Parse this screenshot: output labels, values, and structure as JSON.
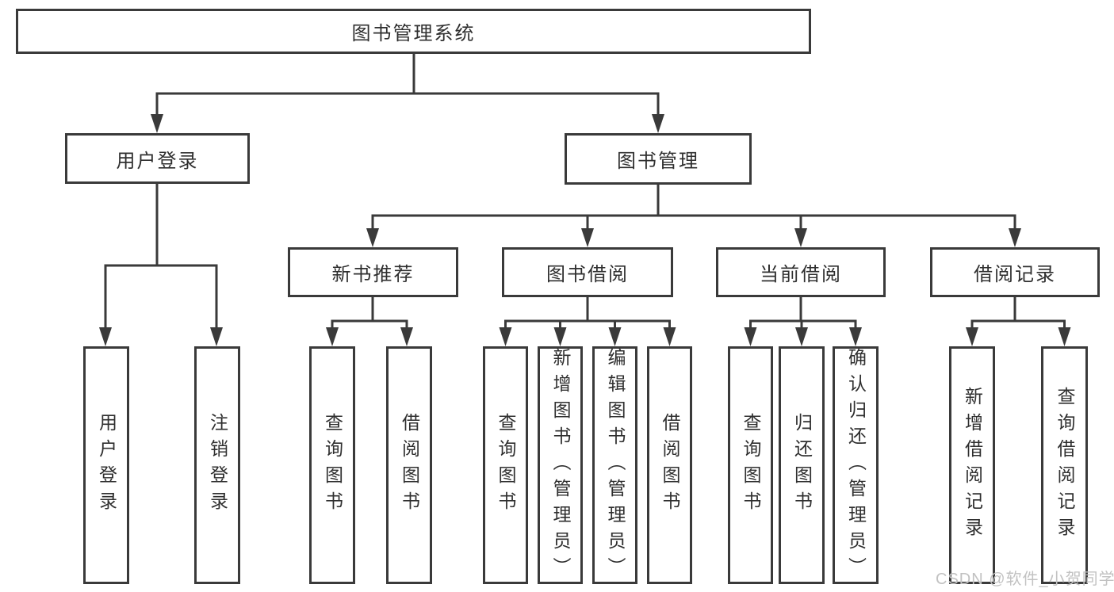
{
  "diagram_type": "hierarchy-tree",
  "tree": {
    "label": "图书管理系统",
    "children": [
      {
        "label": "用户登录",
        "children": [
          {
            "label": "用户登录"
          },
          {
            "label": "注销登录"
          }
        ]
      },
      {
        "label": "图书管理",
        "children": [
          {
            "label": "新书推荐",
            "children": [
              {
                "label": "查询图书"
              },
              {
                "label": "借阅图书"
              }
            ]
          },
          {
            "label": "图书借阅",
            "children": [
              {
                "label": "查询图书"
              },
              {
                "label": "新增图书（管理员）"
              },
              {
                "label": "编辑图书（管理员）"
              },
              {
                "label": "借阅图书"
              }
            ]
          },
          {
            "label": "当前借阅",
            "children": [
              {
                "label": "查询图书"
              },
              {
                "label": "归还图书"
              },
              {
                "label": "确认归还（管理员）"
              }
            ]
          },
          {
            "label": "借阅记录",
            "children": [
              {
                "label": "新增借阅记录"
              },
              {
                "label": "查询借阅记录"
              }
            ]
          }
        ]
      }
    ]
  },
  "watermark": {
    "text": "CSDN @软件_小贺同学"
  },
  "colors": {
    "line": "#3a3a3a",
    "text": "#2f2f2f",
    "watermark": "#c2c2c2",
    "box_fill": "#ffffff",
    "background": "#ffffff"
  }
}
